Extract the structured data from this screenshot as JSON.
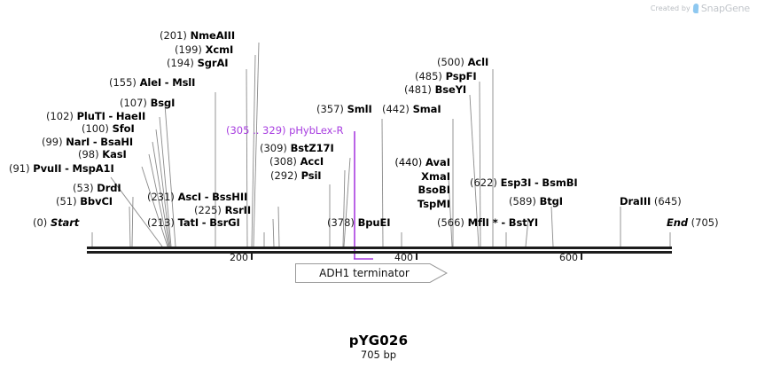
{
  "watermark": {
    "prefix": "Created by",
    "brand": "SnapGene"
  },
  "plasmid": {
    "name": "pYG026",
    "length": "705 bp"
  },
  "ruler": {
    "ticks": [
      {
        "label": "200",
        "bp": 200
      },
      {
        "label": "400",
        "bp": 400
      },
      {
        "label": "600",
        "bp": 600
      }
    ]
  },
  "feature": {
    "label": "ADH1 terminator",
    "start": 378,
    "end": 578,
    "direction": "right"
  },
  "primer": {
    "position_label": "(305 .. 329)",
    "name": "pHybLex-R",
    "color": "#a83ee0",
    "start": 305,
    "end": 329
  },
  "sites": [
    {
      "pos": "(0)",
      "names": [
        "Start"
      ],
      "italic": true,
      "bp": 0
    },
    {
      "pos": "(51)",
      "names": [
        "BbvCI"
      ],
      "bp": 51
    },
    {
      "pos": "(53)",
      "names": [
        "DrdI"
      ],
      "bp": 53
    },
    {
      "pos": "(91)",
      "names": [
        "PvuII",
        "MspA1I"
      ],
      "bp": 91
    },
    {
      "pos": "(98)",
      "names": [
        "KasI"
      ],
      "bp": 98
    },
    {
      "pos": "(99)",
      "names": [
        "NarI",
        "BsaHI"
      ],
      "bp": 99
    },
    {
      "pos": "(100)",
      "names": [
        "SfoI"
      ],
      "bp": 100
    },
    {
      "pos": "(102)",
      "names": [
        "PluTI",
        "HaeII"
      ],
      "bp": 102
    },
    {
      "pos": "(107)",
      "names": [
        "BsgI"
      ],
      "bp": 107
    },
    {
      "pos": "(155)",
      "names": [
        "AleI",
        "MslI"
      ],
      "bp": 155
    },
    {
      "pos": "(194)",
      "names": [
        "SgrAI"
      ],
      "bp": 194
    },
    {
      "pos": "(199)",
      "names": [
        "XcmI"
      ],
      "bp": 199
    },
    {
      "pos": "(201)",
      "names": [
        "NmeAIII"
      ],
      "bp": 201
    },
    {
      "pos": "(213)",
      "names": [
        "TatI",
        "BsrGI"
      ],
      "bp": 213
    },
    {
      "pos": "(225)",
      "names": [
        "RsrII"
      ],
      "bp": 225
    },
    {
      "pos": "(231)",
      "names": [
        "AscI",
        "BssHII"
      ],
      "bp": 231
    },
    {
      "pos": "(292)",
      "names": [
        "PsiI"
      ],
      "bp": 292
    },
    {
      "pos": "(308)",
      "names": [
        "AccI"
      ],
      "bp": 308
    },
    {
      "pos": "(309)",
      "names": [
        "BstZ17I"
      ],
      "bp": 309
    },
    {
      "pos": "(357)",
      "names": [
        "SmlI"
      ],
      "bp": 357
    },
    {
      "pos": "(378)",
      "names": [
        "BpuEI"
      ],
      "bp": 378
    },
    {
      "pos": "(440)",
      "names": [
        "AvaI",
        "XmaI",
        "BsoBI",
        "TspMI"
      ],
      "bp": 440
    },
    {
      "pos": "(442)",
      "names": [
        "SmaI"
      ],
      "bp": 442
    },
    {
      "pos": "(481)",
      "names": [
        "BseYI"
      ],
      "bp": 481
    },
    {
      "pos": "(485)",
      "names": [
        "PspFI"
      ],
      "bp": 485
    },
    {
      "pos": "(500)",
      "names": [
        "AclI"
      ],
      "bp": 500
    },
    {
      "pos": "(566)",
      "names": [
        "MflI *",
        "BstYI"
      ],
      "bp": 566
    },
    {
      "pos": "(589)",
      "names": [
        "BtgI"
      ],
      "bp": 589
    },
    {
      "pos": "(622)",
      "names": [
        "Esp3I",
        "BsmBI"
      ],
      "bp": 622
    },
    {
      "pos": "(645)",
      "names": [
        "DraIII"
      ],
      "bp": 645,
      "pos_after": true
    },
    {
      "pos": "(705)",
      "names": [
        "End"
      ],
      "bp": 705,
      "italic": true,
      "pos_after": true
    }
  ],
  "labels": {
    "l_nmeaiii": {
      "pos": "(201)",
      "text": "NmeAIII"
    },
    "l_xcmi": {
      "pos": "(199)",
      "text": "XcmI"
    },
    "l_sgrai": {
      "pos": "(194)",
      "text": "SgrAI"
    },
    "l_alei": {
      "pos": "(155)",
      "text": "AleI",
      "text2": "MslI"
    },
    "l_bsgi": {
      "pos": "(107)",
      "text": "BsgI"
    },
    "l_pluti": {
      "pos": "(102)",
      "text": "PluTI",
      "text2": "HaeII"
    },
    "l_sfoi": {
      "pos": "(100)",
      "text": "SfoI"
    },
    "l_nari": {
      "pos": "(99)",
      "text": "NarI",
      "text2": "BsaHI"
    },
    "l_kasi": {
      "pos": "(98)",
      "text": "KasI"
    },
    "l_pvuii": {
      "pos": "(91)",
      "text": "PvuII",
      "text2": "MspA1I"
    },
    "l_drdi": {
      "pos": "(53)",
      "text": "DrdI"
    },
    "l_bbvci": {
      "pos": "(51)",
      "text": "BbvCI"
    },
    "l_start": {
      "pos": "(0)",
      "text": "Start"
    },
    "l_asci": {
      "pos": "(231)",
      "text": "AscI",
      "text2": "BssHII"
    },
    "l_rsrii": {
      "pos": "(225)",
      "text": "RsrII"
    },
    "l_tati": {
      "pos": "(213)",
      "text": "TatI",
      "text2": "BsrGI"
    },
    "l_primer": {
      "pos": "(305 .. 329)",
      "text": "pHybLex-R"
    },
    "l_bstz17i": {
      "pos": "(309)",
      "text": "BstZ17I"
    },
    "l_acci": {
      "pos": "(308)",
      "text": "AccI"
    },
    "l_psii": {
      "pos": "(292)",
      "text": "PsiI"
    },
    "l_smli": {
      "pos": "(357)",
      "text": "SmlI"
    },
    "l_bpuei": {
      "pos": "(378)",
      "text": "BpuEI"
    },
    "l_smai": {
      "pos": "(442)",
      "text": "SmaI"
    },
    "l_avai": {
      "pos": "(440)",
      "text": "AvaI",
      "t2": "XmaI",
      "t3": "BsoBI",
      "t4": "TspMI"
    },
    "l_acli": {
      "pos": "(500)",
      "text": "AclI"
    },
    "l_pspfi": {
      "pos": "(485)",
      "text": "PspFI"
    },
    "l_bseyi": {
      "pos": "(481)",
      "text": "BseYI"
    },
    "l_esp3i": {
      "pos": "(622)",
      "text": "Esp3I",
      "text2": "BsmBI"
    },
    "l_btgi": {
      "pos": "(589)",
      "text": "BtgI"
    },
    "l_mfli": {
      "pos": "(566)",
      "text": "MflI *",
      "text2": "BstYI"
    },
    "l_draiii": {
      "pos": "(645)",
      "text": "DraIII"
    },
    "l_end": {
      "pos": "(705)",
      "text": "End"
    }
  },
  "separator": "-"
}
